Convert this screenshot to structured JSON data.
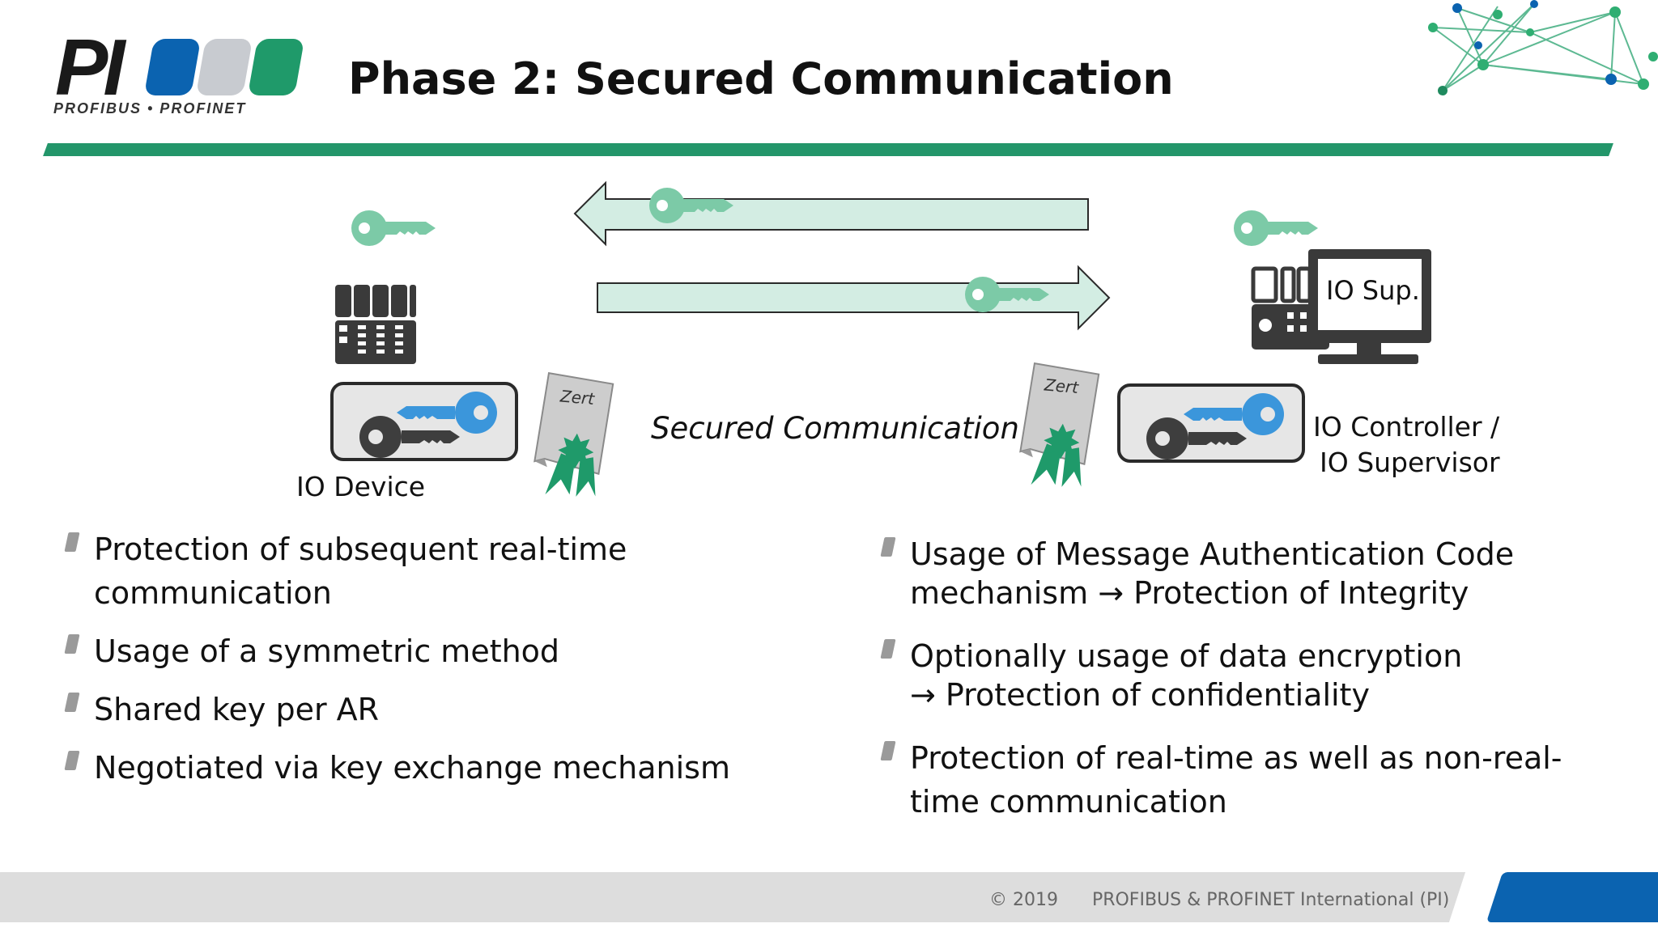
{
  "logo": {
    "mark": "PI",
    "subtitle": "PROFIBUS • PROFINET"
  },
  "title": "Phase 2: Secured Communication",
  "diagram": {
    "device_label": "IO Device",
    "middle_label": "Secured Communication",
    "controller_label_line1": "IO Controller /",
    "controller_label_line2": "IO Supervisor",
    "monitor_label": "IO Sup.",
    "cert_label": "Zert"
  },
  "left_bullets": [
    {
      "line1": "Protection of subsequent real-time",
      "line2": "communication"
    },
    {
      "line1": "Usage of a symmetric method"
    },
    {
      "line1": "Shared key per AR"
    },
    {
      "line1": "Negotiated via key exchange mechanism"
    }
  ],
  "right_bullets": [
    {
      "line1": "Usage of Message Authentication Code",
      "line2": "mechanism → Protection of Integrity"
    },
    {
      "line1": "Optionally usage of data encryption",
      "line2": "→ Protection of confidentiality"
    },
    {
      "line1": "Protection of real-time as well as non-real-",
      "line2": "time communication"
    }
  ],
  "footer": {
    "text": "© 2019      PROFIBUS & PROFINET International (PI)"
  },
  "colors": {
    "green": "#23966a",
    "blue": "#0b63b0",
    "light_green": "#d3ede3",
    "key_green": "#7ccaa7"
  }
}
